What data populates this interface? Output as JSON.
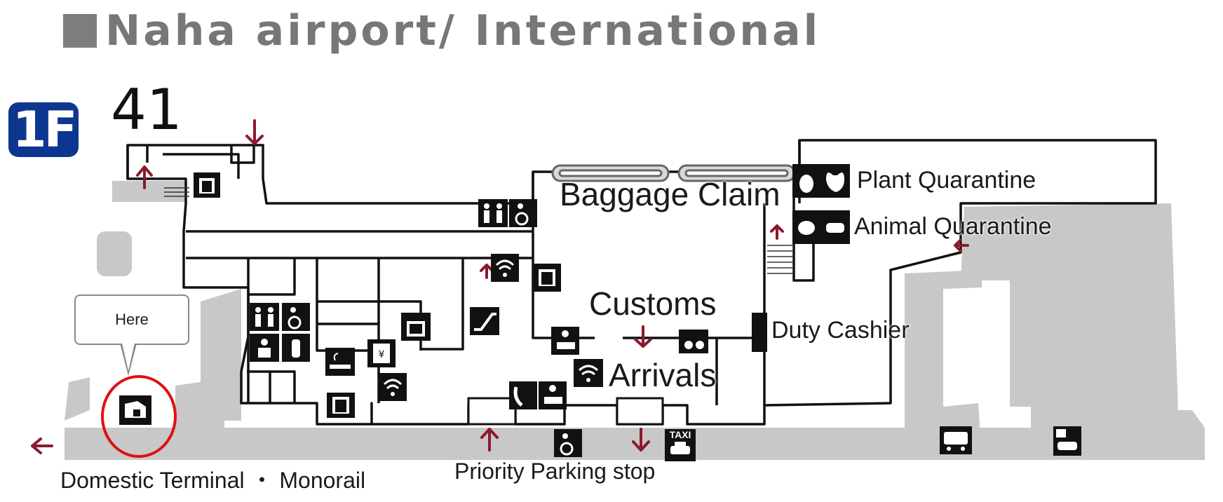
{
  "header": {
    "title": "Naha airport/ International",
    "floor": "1F",
    "gate_number": "41"
  },
  "labels": {
    "baggage_claim": "Baggage Claim",
    "plant_quarantine": "Plant Quarantine",
    "animal_quarantine": "Animal Quarantine",
    "customs": "Customs",
    "duty_cashier": "Duty Cashier",
    "arrivals": "Arrivals",
    "here": "Here",
    "domestic_terminal": "Domestic Terminal ・ Monorail",
    "priority_parking": "Priority Parking stop",
    "taxi": "TAXI"
  },
  "colors": {
    "floor_badge": "#0d3690",
    "title_gray": "#777777",
    "path_gray": "#c8c8c8",
    "arrow_red": "#8b1a2b",
    "here_red": "#e01010",
    "icon_black": "#111111"
  },
  "icons": [
    "elevator-icon",
    "restroom-icon",
    "wheelchair-icon",
    "wifi-icon",
    "escalator-icon",
    "baby-care-icon",
    "nursing-bottle-icon",
    "smoking-icon",
    "atm-icon",
    "locker-icon",
    "telephone-icon",
    "information-icon",
    "currency-exchange-icon",
    "bus-icon",
    "taxi-icon",
    "rental-car-icon",
    "tourist-info-icon",
    "plant-icon",
    "animal-icon"
  ]
}
